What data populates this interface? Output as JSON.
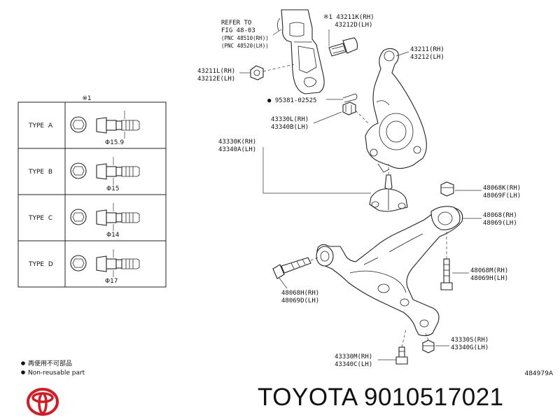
{
  "brand": {
    "name": "TOYOTA",
    "part_number": "9010517021",
    "figure_code": "484979A"
  },
  "notes": {
    "marker": "※1",
    "refer_to": [
      "REFER TO",
      "FIG 48-03",
      "(PNC 48510(RH))",
      "(PNC 48520(LH))"
    ]
  },
  "legend": {
    "jp": "再使用不可部品",
    "en": "Non-reusable part"
  },
  "type_table": {
    "header": "※1",
    "rows": [
      {
        "type": "TYPE  A",
        "dia": "Φ15.9"
      },
      {
        "type": "TYPE  B",
        "dia": "Φ15"
      },
      {
        "type": "TYPE  C",
        "dia": "Φ14"
      },
      {
        "type": "TYPE  D",
        "dia": "Φ17"
      }
    ]
  },
  "part_labels": [
    {
      "id": "43211k",
      "lines": [
        "※1 43211K(RH)",
        "   43212D(LH)"
      ]
    },
    {
      "id": "43211",
      "lines": [
        "43211(RH)",
        "43212(LH)"
      ]
    },
    {
      "id": "43211l",
      "lines": [
        "43211L(RH)",
        "43212E(LH)"
      ]
    },
    {
      "id": "95381",
      "lines": [
        "● 95381-02525"
      ]
    },
    {
      "id": "43330l",
      "lines": [
        "43330L(RH)",
        "43340B(LH)"
      ]
    },
    {
      "id": "43330k",
      "lines": [
        "43330K(RH)",
        "43340A(LH)"
      ]
    },
    {
      "id": "48068k",
      "lines": [
        "48068K(RH)",
        "48069F(LH)"
      ]
    },
    {
      "id": "48068",
      "lines": [
        "48068(RH)",
        "48069(LH)"
      ]
    },
    {
      "id": "48068m",
      "lines": [
        "48068M(RH)",
        "48069H(LH)"
      ]
    },
    {
      "id": "48068h",
      "lines": [
        "48068H(RH)",
        "48069D(LH)"
      ]
    },
    {
      "id": "43330s",
      "lines": [
        "43330S(RH)",
        "43340G(LH)"
      ]
    },
    {
      "id": "43330m",
      "lines": [
        "43330M(RH)",
        "43340C(LH)"
      ]
    }
  ]
}
